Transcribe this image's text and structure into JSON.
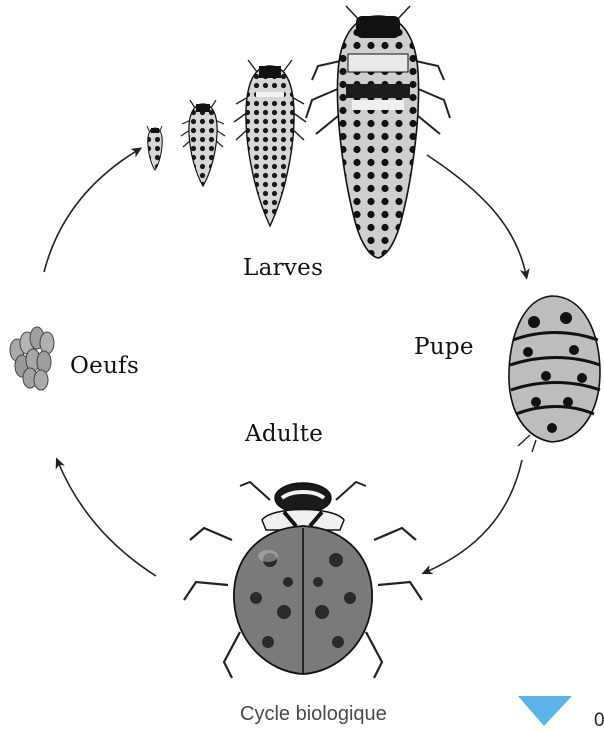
{
  "diagram": {
    "stages": {
      "eggs": "Oeufs",
      "larvae": "Larves",
      "pupa": "Pupe",
      "adult": "Adulte"
    }
  },
  "footer": {
    "caption": "Cycle biologique",
    "page_number": "0",
    "accent_color": "#5bb4e5"
  }
}
